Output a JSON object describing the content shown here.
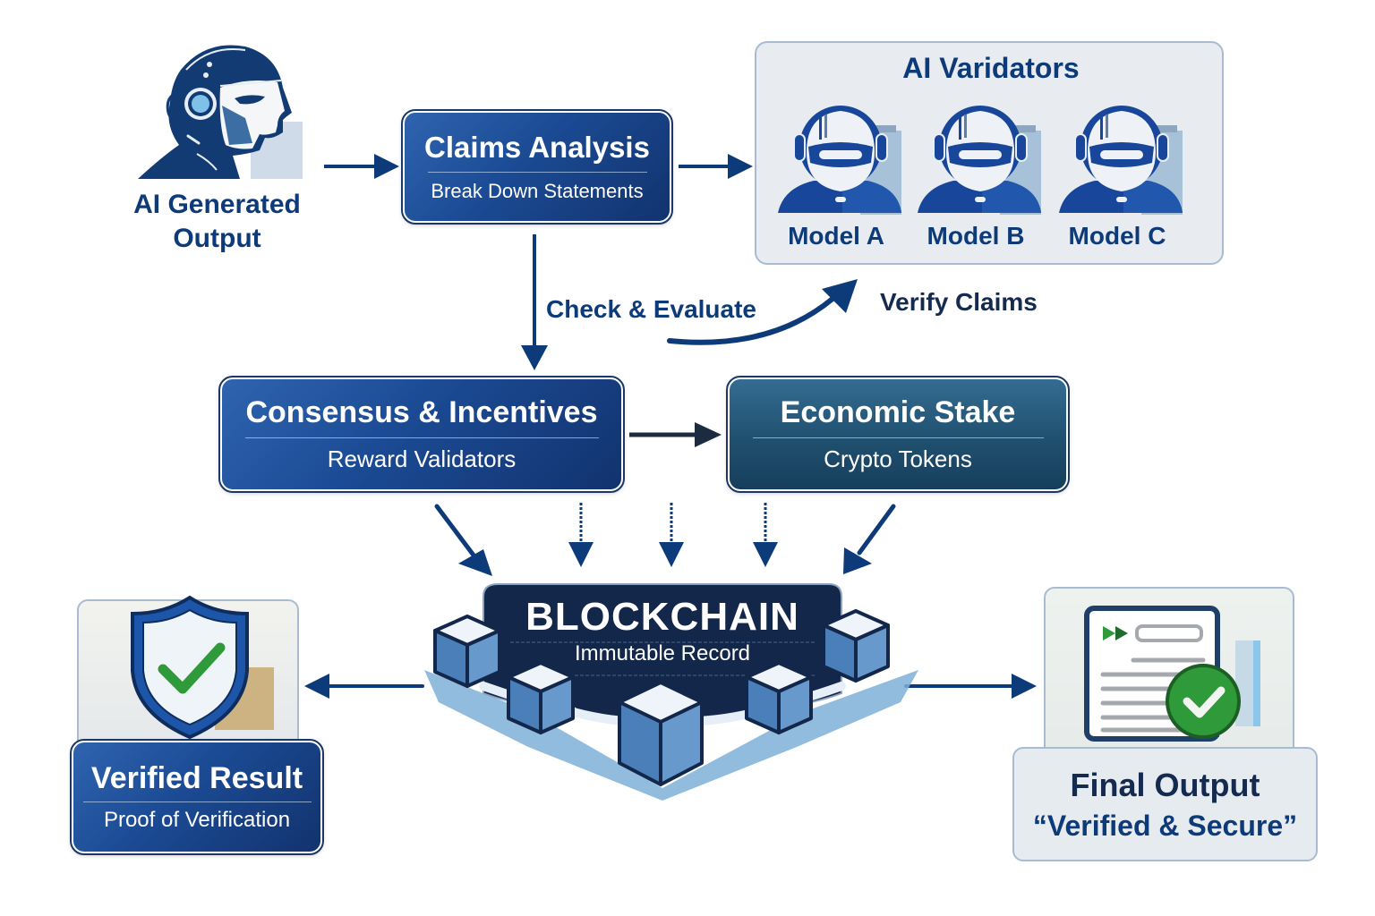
{
  "diagram": {
    "nodes": {
      "ai_output": {
        "label_line1": "AI Generated",
        "label_line2": "Output",
        "icon": "robot-head-icon"
      },
      "claims_analysis": {
        "title": "Claims Analysis",
        "subtitle": "Break Down Statements"
      },
      "validators": {
        "title": "AI Varidators",
        "models": [
          {
            "label": "Model A",
            "icon": "validator-avatar-icon"
          },
          {
            "label": "Model B",
            "icon": "validator-avatar-icon"
          },
          {
            "label": "Model C",
            "icon": "validator-avatar-icon"
          }
        ]
      },
      "consensus": {
        "title": "Consensus & Incentives",
        "subtitle": "Reward Validators"
      },
      "economic_stake": {
        "title": "Economic Stake",
        "subtitle": "Crypto Tokens"
      },
      "blockchain": {
        "title": "BLOCKCHAIN",
        "subtitle": "Immutable Record",
        "icon": "block-chain-cubes-icon"
      },
      "verified_result": {
        "title": "Verified Result",
        "subtitle": "Proof of Verification",
        "icon": "shield-check-icon"
      },
      "final_output": {
        "title": "Final Output",
        "subtitle": "“Verified & Secure”",
        "icon": "document-check-icon"
      }
    },
    "edge_labels": {
      "check_evaluate": "Check & Evaluate",
      "verify_claims": "Verify Claims"
    },
    "edges": [
      {
        "from": "ai_output",
        "to": "claims_analysis",
        "style": "solid"
      },
      {
        "from": "claims_analysis",
        "to": "validators",
        "style": "solid"
      },
      {
        "from": "claims_analysis",
        "to": "consensus",
        "style": "solid",
        "label": "Check & Evaluate"
      },
      {
        "from": "check_evaluate",
        "to": "validators",
        "style": "curved",
        "label": "Verify Claims"
      },
      {
        "from": "consensus",
        "to": "economic_stake",
        "style": "solid"
      },
      {
        "from": "consensus",
        "to": "blockchain",
        "style": "solid"
      },
      {
        "from": "consensus",
        "to": "blockchain",
        "style": "dashed"
      },
      {
        "from": "economic_stake",
        "to": "blockchain",
        "style": "dashed"
      },
      {
        "from": "economic_stake",
        "to": "blockchain",
        "style": "solid"
      },
      {
        "from": "blockchain",
        "to": "verified_result",
        "style": "solid"
      },
      {
        "from": "blockchain",
        "to": "final_output",
        "style": "solid"
      }
    ],
    "colors": {
      "primary_navy": "#0d3a78",
      "dark_navy": "#142a4e",
      "box_blue": "#1b4a93",
      "box_teal": "#20506f",
      "blockchain_bg": "#13274a",
      "cube_blue": "#4f86c0",
      "check_green": "#2f9a3a",
      "panel_bg": "#e8ecf1"
    }
  }
}
